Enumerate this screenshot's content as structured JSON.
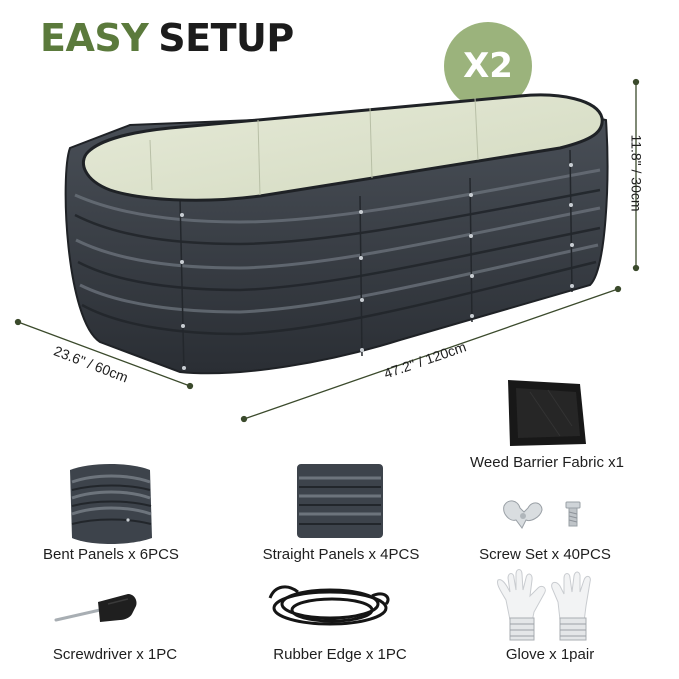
{
  "headline": {
    "word1": "EASY",
    "word2": "SETUP"
  },
  "badge": "X2",
  "dimensions": {
    "height": "11.8\" / 30cm",
    "length": "47.2\" / 120cm",
    "width": "23.6\" / 60cm"
  },
  "components": [
    {
      "label": "Weed Barrier Fabric x1",
      "icon": "fabric-icon"
    },
    {
      "label": "Bent Panels x 6PCS",
      "icon": "bent-panel-icon"
    },
    {
      "label": "Straight Panels x 4PCS",
      "icon": "straight-panel-icon"
    },
    {
      "label": "Screw Set x 40PCS",
      "icon": "screw-set-icon"
    },
    {
      "label": "Screwdriver x 1PC",
      "icon": "screwdriver-icon"
    },
    {
      "label": "Rubber Edge x 1PC",
      "icon": "rubber-edge-icon"
    },
    {
      "label": "Glove x 1pair",
      "icon": "glove-icon"
    }
  ],
  "colors": {
    "accent_green": "#5b7a3c",
    "badge_green": "#9bb37c",
    "bed_metal": "#3c424a",
    "bed_liner": "#dfe5cf"
  }
}
